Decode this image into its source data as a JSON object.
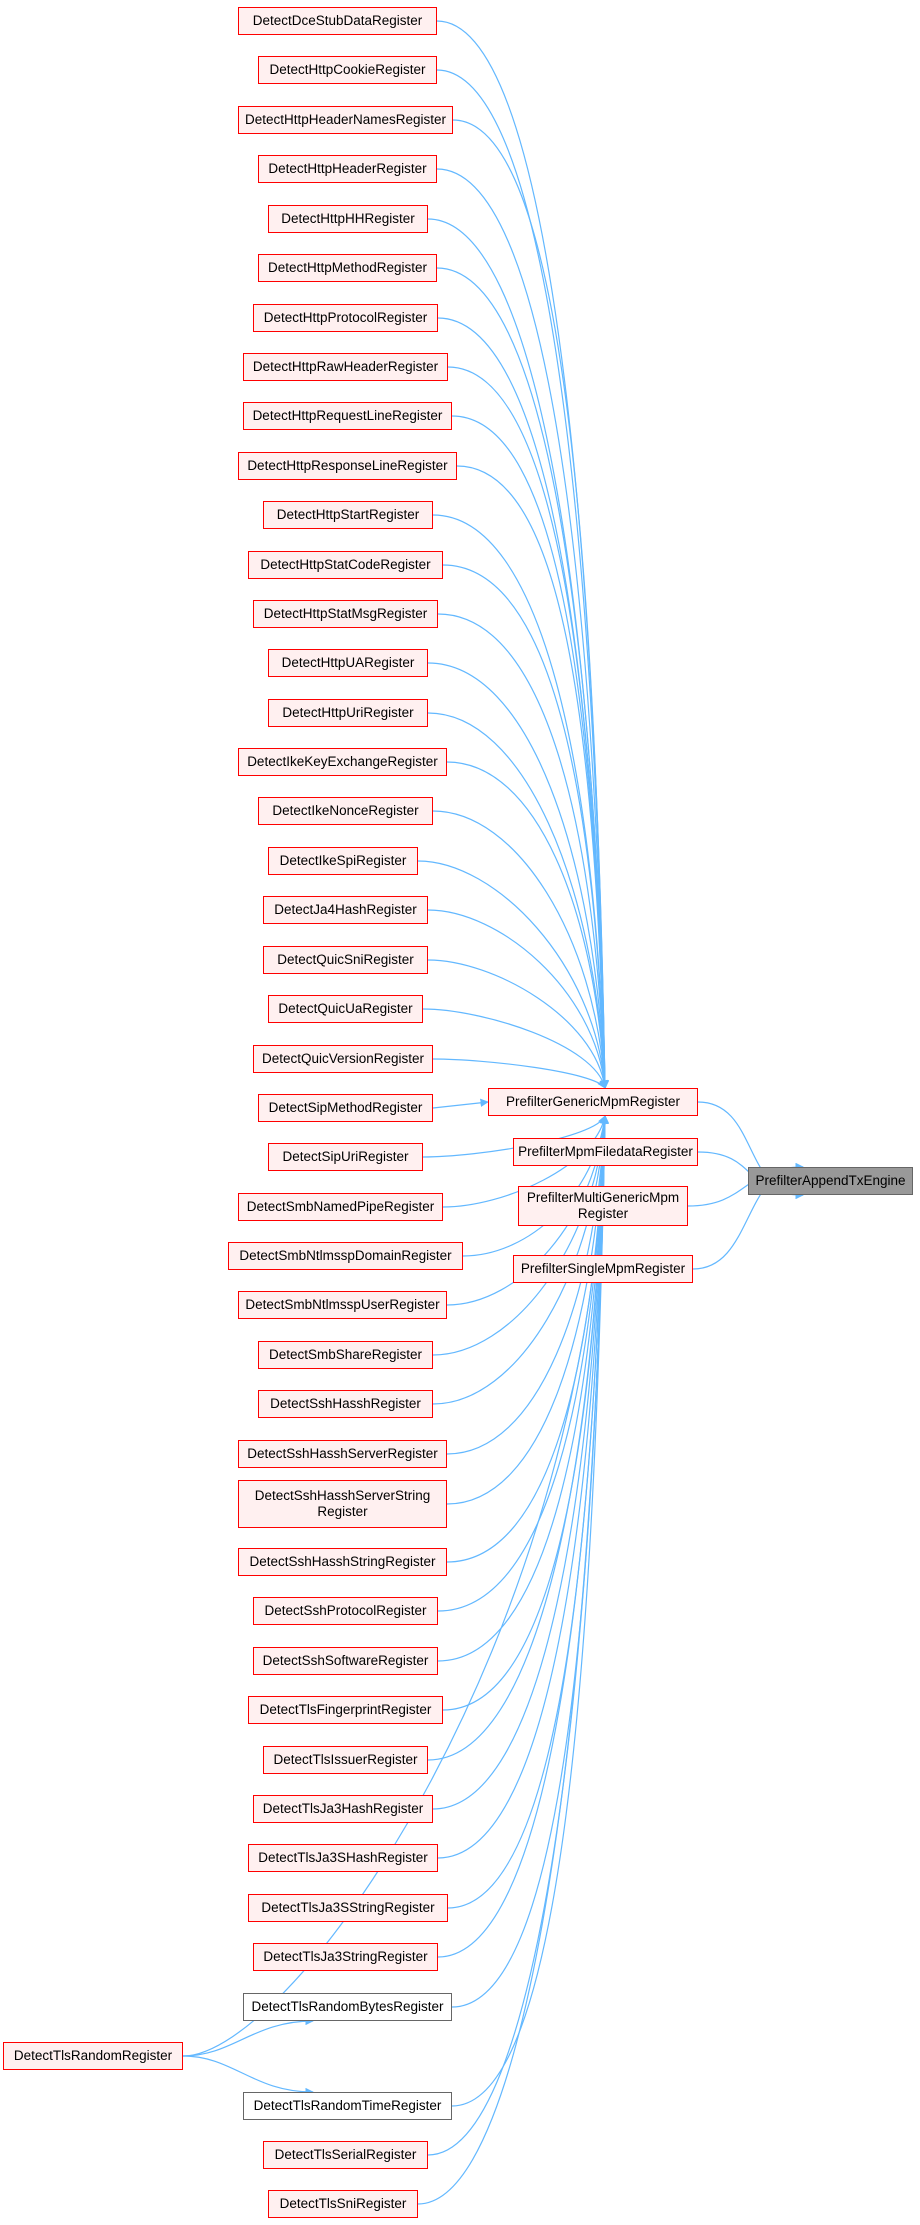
{
  "diagram": {
    "edge_color": "#63b8ff",
    "node_styles": {
      "red": {
        "border": "#ff0000",
        "fill": "#fff0f0"
      },
      "plain": {
        "border": "#666666",
        "fill": "#ffffff"
      },
      "root": {
        "border": "#666666",
        "fill": "#999999"
      }
    },
    "root": "PrefilterAppendTxEngine",
    "nodes": [
      {
        "id": "n0",
        "label": "DetectDceStubDataRegister",
        "style": "red"
      },
      {
        "id": "n1",
        "label": "DetectHttpCookieRegister",
        "style": "red"
      },
      {
        "id": "n2",
        "label": "DetectHttpHeaderNamesRegister",
        "style": "red"
      },
      {
        "id": "n3",
        "label": "DetectHttpHeaderRegister",
        "style": "red"
      },
      {
        "id": "n4",
        "label": "DetectHttpHHRegister",
        "style": "red"
      },
      {
        "id": "n5",
        "label": "DetectHttpMethodRegister",
        "style": "red"
      },
      {
        "id": "n6",
        "label": "DetectHttpProtocolRegister",
        "style": "red"
      },
      {
        "id": "n7",
        "label": "DetectHttpRawHeaderRegister",
        "style": "red"
      },
      {
        "id": "n8",
        "label": "DetectHttpRequestLineRegister",
        "style": "red"
      },
      {
        "id": "n9",
        "label": "DetectHttpResponseLineRegister",
        "style": "red"
      },
      {
        "id": "n10",
        "label": "DetectHttpStartRegister",
        "style": "red"
      },
      {
        "id": "n11",
        "label": "DetectHttpStatCodeRegister",
        "style": "red"
      },
      {
        "id": "n12",
        "label": "DetectHttpStatMsgRegister",
        "style": "red"
      },
      {
        "id": "n13",
        "label": "DetectHttpUARegister",
        "style": "red"
      },
      {
        "id": "n14",
        "label": "DetectHttpUriRegister",
        "style": "red"
      },
      {
        "id": "n15",
        "label": "DetectIkeKeyExchangeRegister",
        "style": "red"
      },
      {
        "id": "n16",
        "label": "DetectIkeNonceRegister",
        "style": "red"
      },
      {
        "id": "n17",
        "label": "DetectIkeSpiRegister",
        "style": "red"
      },
      {
        "id": "n18",
        "label": "DetectJa4HashRegister",
        "style": "red"
      },
      {
        "id": "n19",
        "label": "DetectQuicSniRegister",
        "style": "red"
      },
      {
        "id": "n20",
        "label": "DetectQuicUaRegister",
        "style": "red"
      },
      {
        "id": "n21",
        "label": "DetectQuicVersionRegister",
        "style": "red"
      },
      {
        "id": "n22",
        "label": "DetectSipMethodRegister",
        "style": "red"
      },
      {
        "id": "n23",
        "label": "DetectSipUriRegister",
        "style": "red"
      },
      {
        "id": "n24",
        "label": "DetectSmbNamedPipeRegister",
        "style": "red"
      },
      {
        "id": "n25",
        "label": "DetectSmbNtlmsspDomainRegister",
        "style": "red"
      },
      {
        "id": "n26",
        "label": "DetectSmbNtlmsspUserRegister",
        "style": "red"
      },
      {
        "id": "n27",
        "label": "DetectSmbShareRegister",
        "style": "red"
      },
      {
        "id": "n28",
        "label": "DetectSshHasshRegister",
        "style": "red"
      },
      {
        "id": "n29",
        "label": "DetectSshHasshServerRegister",
        "style": "red"
      },
      {
        "id": "n30",
        "label": "DetectSshHasshServerString\nRegister",
        "style": "red"
      },
      {
        "id": "n31",
        "label": "DetectSshHasshStringRegister",
        "style": "red"
      },
      {
        "id": "n32",
        "label": "DetectSshProtocolRegister",
        "style": "red"
      },
      {
        "id": "n33",
        "label": "DetectSshSoftwareRegister",
        "style": "red"
      },
      {
        "id": "n34",
        "label": "DetectTlsFingerprintRegister",
        "style": "red"
      },
      {
        "id": "n35",
        "label": "DetectTlsIssuerRegister",
        "style": "red"
      },
      {
        "id": "n36",
        "label": "DetectTlsJa3HashRegister",
        "style": "red"
      },
      {
        "id": "n37",
        "label": "DetectTlsJa3SHashRegister",
        "style": "red"
      },
      {
        "id": "n38",
        "label": "DetectTlsJa3SStringRegister",
        "style": "red"
      },
      {
        "id": "n39",
        "label": "DetectTlsJa3StringRegister",
        "style": "red"
      },
      {
        "id": "n40",
        "label": "DetectTlsRandomBytesRegister",
        "style": "plain"
      },
      {
        "id": "n41",
        "label": "DetectTlsRandomTimeRegister",
        "style": "plain"
      },
      {
        "id": "n42",
        "label": "DetectTlsSerialRegister",
        "style": "red"
      },
      {
        "id": "n43",
        "label": "DetectTlsSniRegister",
        "style": "red"
      },
      {
        "id": "rand",
        "label": "DetectTlsRandomRegister",
        "style": "red"
      },
      {
        "id": "pgm",
        "label": "PrefilterGenericMpmRegister",
        "style": "red"
      },
      {
        "id": "pmf",
        "label": "PrefilterMpmFiledataRegister",
        "style": "red"
      },
      {
        "id": "pmg",
        "label": "PrefilterMultiGenericMpm\nRegister",
        "style": "red"
      },
      {
        "id": "psm",
        "label": "PrefilterSingleMpmRegister",
        "style": "red"
      },
      {
        "id": "root",
        "label": "PrefilterAppendTxEngine",
        "style": "root"
      }
    ],
    "edges": [
      {
        "from": "n0",
        "to": "pgm"
      },
      {
        "from": "n1",
        "to": "pgm"
      },
      {
        "from": "n2",
        "to": "pgm"
      },
      {
        "from": "n3",
        "to": "pgm"
      },
      {
        "from": "n4",
        "to": "pgm"
      },
      {
        "from": "n5",
        "to": "pgm"
      },
      {
        "from": "n6",
        "to": "pgm"
      },
      {
        "from": "n7",
        "to": "pgm"
      },
      {
        "from": "n8",
        "to": "pgm"
      },
      {
        "from": "n9",
        "to": "pgm"
      },
      {
        "from": "n10",
        "to": "pgm"
      },
      {
        "from": "n11",
        "to": "pgm"
      },
      {
        "from": "n12",
        "to": "pgm"
      },
      {
        "from": "n13",
        "to": "pgm"
      },
      {
        "from": "n14",
        "to": "pgm"
      },
      {
        "from": "n15",
        "to": "pgm"
      },
      {
        "from": "n16",
        "to": "pgm"
      },
      {
        "from": "n17",
        "to": "pgm"
      },
      {
        "from": "n18",
        "to": "pgm"
      },
      {
        "from": "n19",
        "to": "pgm"
      },
      {
        "from": "n20",
        "to": "pgm"
      },
      {
        "from": "n21",
        "to": "pgm"
      },
      {
        "from": "n22",
        "to": "pgm"
      },
      {
        "from": "n23",
        "to": "pgm"
      },
      {
        "from": "n24",
        "to": "pgm"
      },
      {
        "from": "n25",
        "to": "pgm"
      },
      {
        "from": "n26",
        "to": "pgm"
      },
      {
        "from": "n27",
        "to": "pgm"
      },
      {
        "from": "n28",
        "to": "pgm"
      },
      {
        "from": "n29",
        "to": "pgm"
      },
      {
        "from": "n30",
        "to": "pgm"
      },
      {
        "from": "n31",
        "to": "pgm"
      },
      {
        "from": "n32",
        "to": "pgm"
      },
      {
        "from": "n33",
        "to": "pgm"
      },
      {
        "from": "n34",
        "to": "pgm"
      },
      {
        "from": "n35",
        "to": "pgm"
      },
      {
        "from": "n36",
        "to": "pgm"
      },
      {
        "from": "n37",
        "to": "pgm"
      },
      {
        "from": "n38",
        "to": "pgm"
      },
      {
        "from": "n39",
        "to": "pgm"
      },
      {
        "from": "n40",
        "to": "pgm"
      },
      {
        "from": "n41",
        "to": "pgm"
      },
      {
        "from": "n42",
        "to": "pgm"
      },
      {
        "from": "n43",
        "to": "pgm"
      },
      {
        "from": "rand",
        "to": "pgm"
      },
      {
        "from": "rand",
        "to": "n40"
      },
      {
        "from": "rand",
        "to": "n41"
      },
      {
        "from": "pgm",
        "to": "root"
      },
      {
        "from": "pmf",
        "to": "root"
      },
      {
        "from": "pmg",
        "to": "root"
      },
      {
        "from": "psm",
        "to": "root"
      }
    ]
  }
}
